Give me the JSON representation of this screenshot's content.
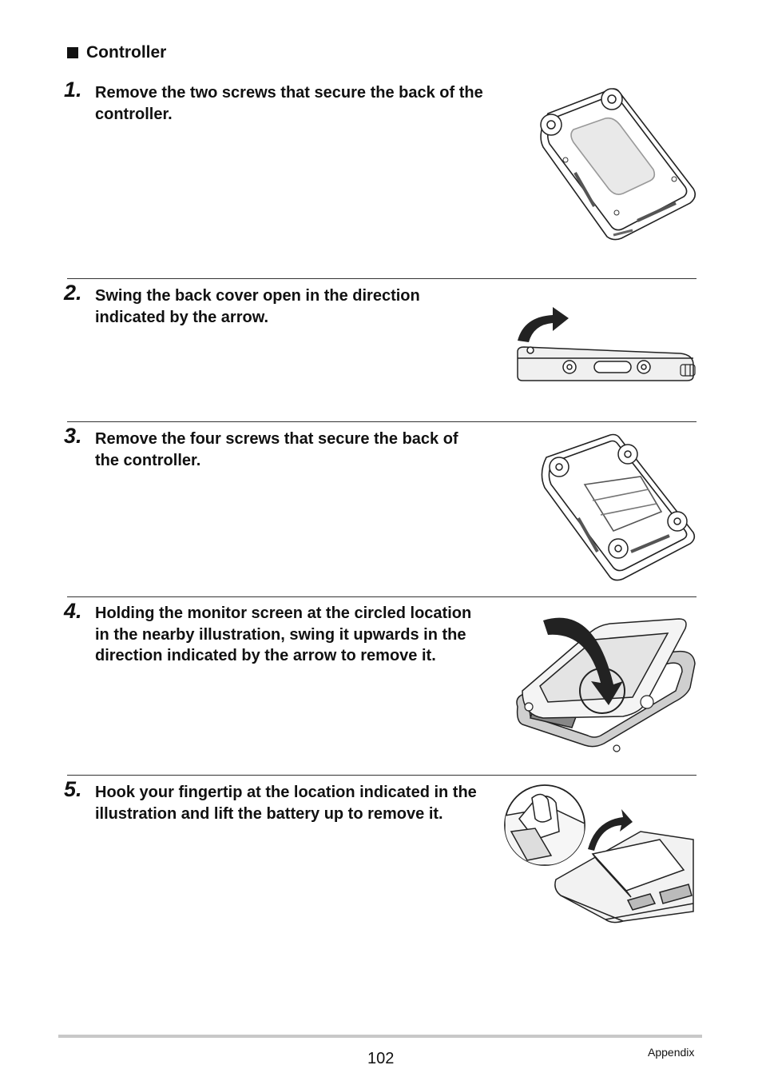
{
  "section": {
    "title": "Controller"
  },
  "steps": [
    {
      "num": "1.",
      "text": "Remove the two screws that secure the back of the controller."
    },
    {
      "num": "2.",
      "text": "Swing the back cover open in the direction indicated by the arrow."
    },
    {
      "num": "3.",
      "text": "Remove the four screws that secure the back of the controller."
    },
    {
      "num": "4.",
      "text": "Holding the monitor screen at the circled location in the nearby illustration, swing it upwards in the direction indicated by the arrow to remove it."
    },
    {
      "num": "5.",
      "text": "Hook your fingertip at the location indicated in the illustration and lift the battery up to remove it."
    }
  ],
  "footer": {
    "page_number": "102",
    "section_label": "Appendix"
  },
  "icons": {
    "section_marker": "square-bullet-icon"
  }
}
